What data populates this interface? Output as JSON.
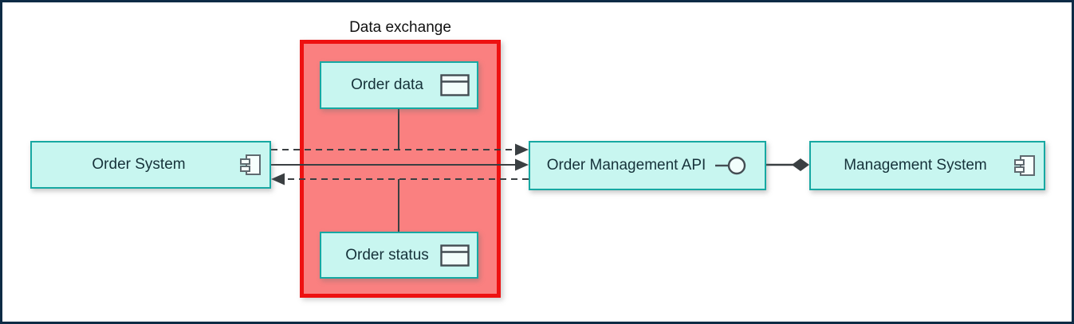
{
  "diagram": {
    "group": {
      "label": "Data exchange"
    },
    "nodes": {
      "order_system": {
        "label": "Order System",
        "icon": "component-icon"
      },
      "order_data": {
        "label": "Order data",
        "icon": "data-object-icon"
      },
      "order_status": {
        "label": "Order status",
        "icon": "data-object-icon"
      },
      "order_management_api": {
        "label": "Order Management API",
        "icon": "interface-lollipop-icon"
      },
      "management_system": {
        "label": "Management System",
        "icon": "component-icon"
      }
    },
    "edges": [
      {
        "id": "order-data-flow",
        "from": "order_system",
        "to": "order_management_api",
        "line": "dashed",
        "arrowhead": "filled-triangle-right",
        "attached_object": "order_data"
      },
      {
        "id": "request-flow",
        "from": "order_system",
        "to": "order_management_api",
        "line": "solid",
        "arrowhead": "filled-triangle-right"
      },
      {
        "id": "order-status-flow",
        "from": "order_management_api",
        "to": "order_system",
        "line": "dashed",
        "arrowhead": "filled-triangle-left",
        "attached_object": "order_status"
      },
      {
        "id": "composition",
        "from": "order_management_api",
        "to": "management_system",
        "line": "solid",
        "arrowhead": "filled-diamond-at-management-system"
      }
    ],
    "colors": {
      "node_fill": "#c8f6f0",
      "node_border": "#17a8a2",
      "group_fill": "#fa8080",
      "group_border": "#ee1111",
      "edge": "#3a3f42",
      "frame": "#0d2b45",
      "text": "#16323a"
    }
  }
}
